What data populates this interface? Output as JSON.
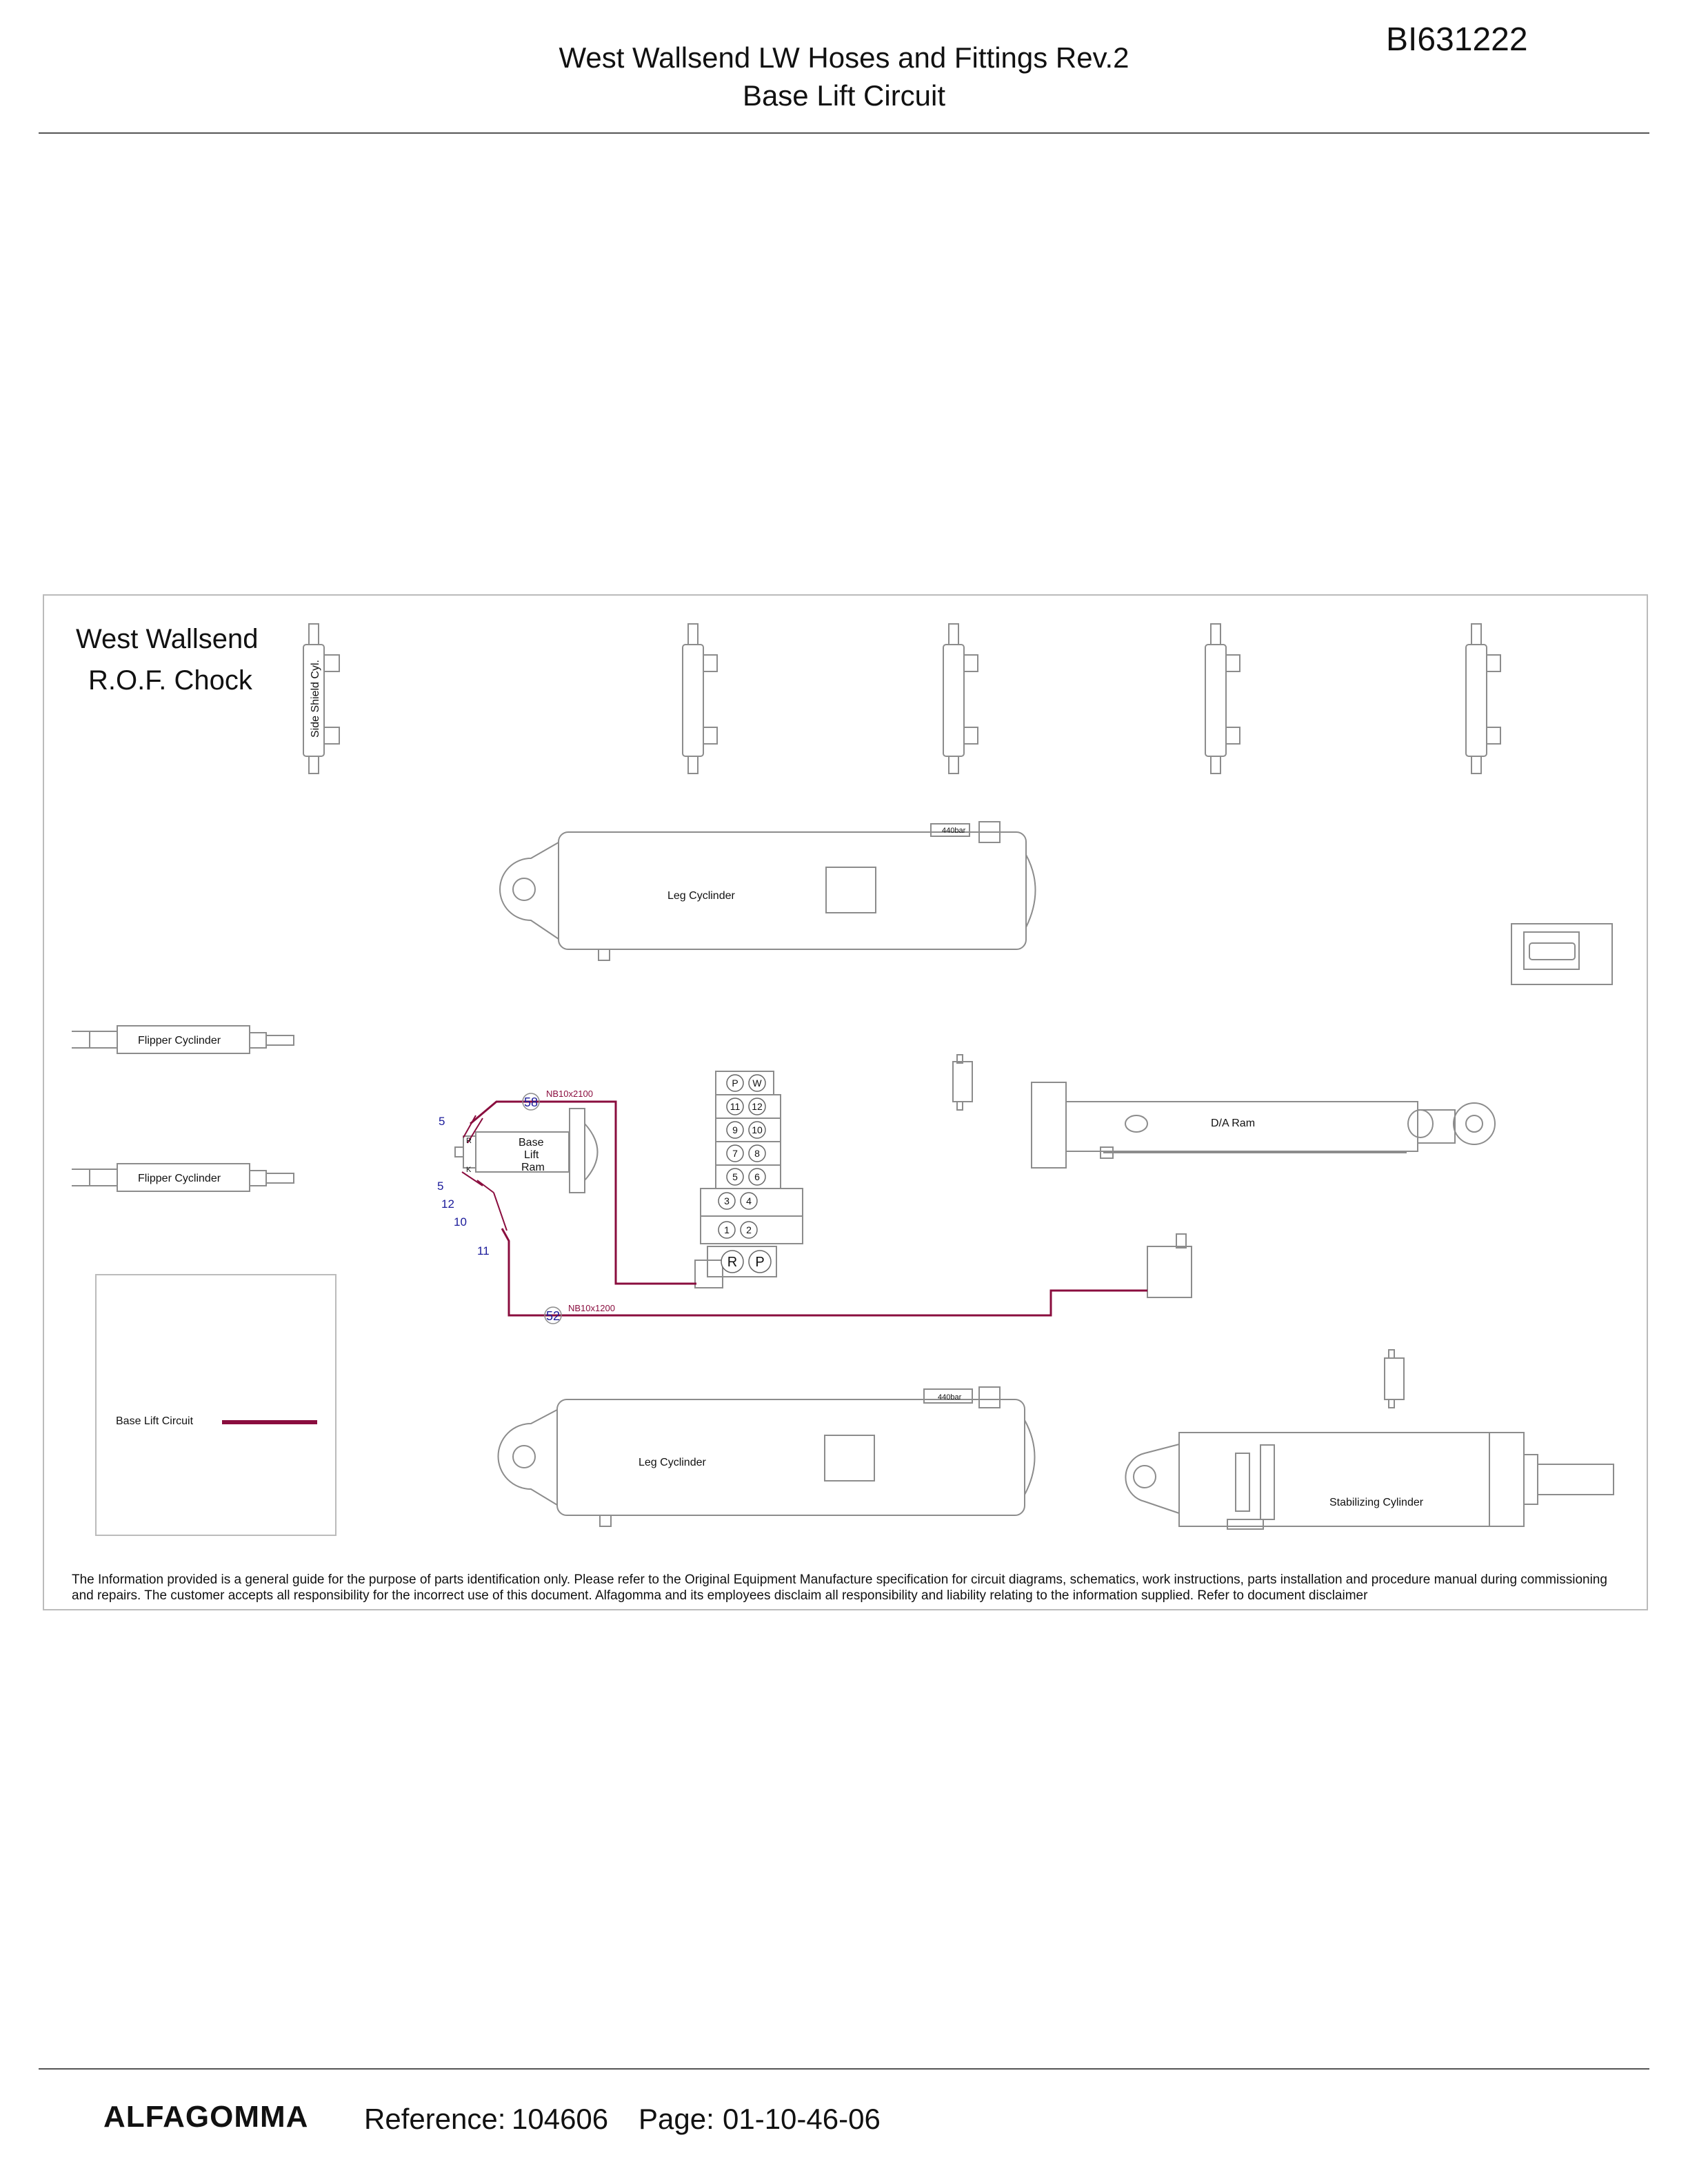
{
  "header": {
    "title": "West Wallsend LW Hoses and Fittings Rev.2",
    "subtitle": "Base Lift Circuit",
    "doc_number": "BI631222"
  },
  "chock": {
    "line1": "West Wallsend",
    "line2": "R.O.F. Chock"
  },
  "components": {
    "side_shield": "Side Shield Cyl.",
    "leg_top": "Leg Cyclinder",
    "leg_bottom": "Leg Cyclinder",
    "leg_pressure_top": "440bar",
    "leg_pressure_bottom": "440bar",
    "flipper_1": "Flipper Cyclinder",
    "flipper_2": "Flipper Cyclinder",
    "da_ram": "D/A Ram",
    "stabilizing": "Stabilizing Cylinder",
    "base_lift_ram": [
      "Base",
      "Lift",
      "Ram"
    ]
  },
  "hoses": {
    "h58": {
      "item": "58",
      "spec": "NB10x2100"
    },
    "h52": {
      "item": "52",
      "spec": "NB10x1200"
    }
  },
  "fitting_callouts": [
    "5",
    "5",
    "12",
    "10",
    "11"
  ],
  "port_labels": {
    "ram_r": "R",
    "ram_k": "K",
    "valve_top": [
      "P",
      "W"
    ],
    "valve_rows": [
      [
        "11",
        "12"
      ],
      [
        "9",
        "10"
      ],
      [
        "7",
        "8"
      ],
      [
        "5",
        "6"
      ],
      [
        "3",
        "4"
      ],
      [
        "1",
        "2"
      ]
    ],
    "valve_bottom": [
      "R",
      "P"
    ]
  },
  "legend": {
    "label": "Base Lift Circuit",
    "color": "#8a0d3e"
  },
  "colors": {
    "circuit": "#8a0d3e",
    "callout": "#1a1a9a",
    "outline": "#8c8c8c"
  },
  "disclaimer": "The Information provided is a general guide for the purpose of parts identification only.  Please refer to the Original Equipment Manufacture specification for circuit diagrams,  schematics,  work instructions,  parts installation and  procedure manual during commissioning and repairs. The customer accepts all responsibility for the incorrect use of this document. Alfagomma and its employees disclaim all responsibility and liability relating to the information supplied. Refer to document disclaimer",
  "footer": {
    "brand": "ALFAGOMMA",
    "reference_label": "Reference:",
    "reference_value": "104606",
    "page_label": "Page:",
    "page_value": "01-10-46-06"
  }
}
